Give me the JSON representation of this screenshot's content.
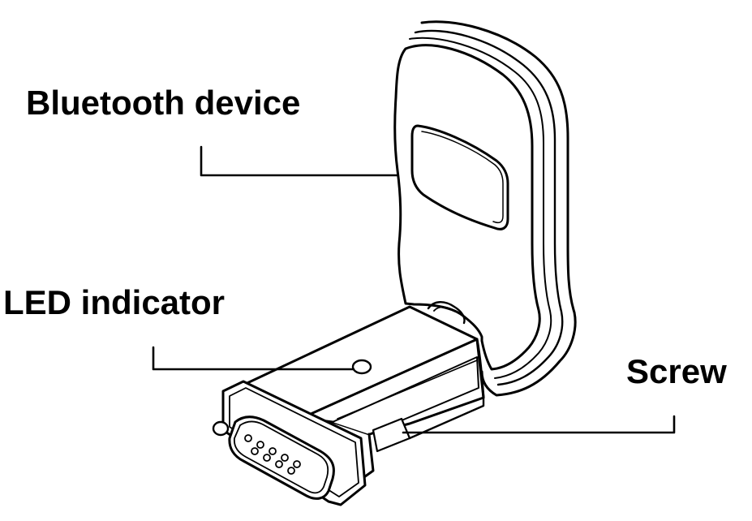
{
  "labels": {
    "bluetooth_device": "Bluetooth device",
    "led_indicator": "LED indicator",
    "screw": "Screw"
  },
  "colors": {
    "ink": "#000000",
    "paper": "#ffffff"
  }
}
